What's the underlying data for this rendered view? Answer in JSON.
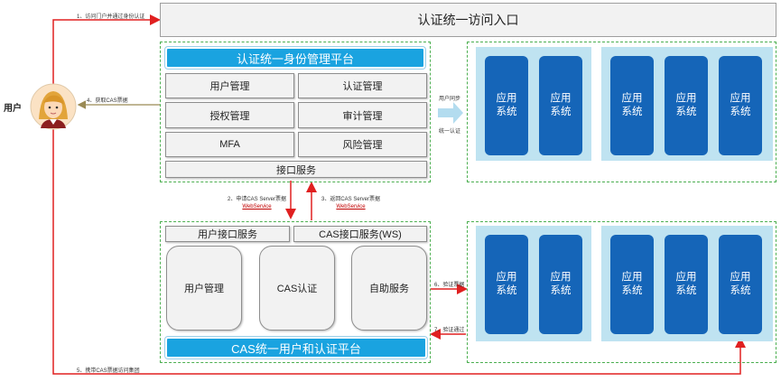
{
  "entry": {
    "label": "认证统一访问入口"
  },
  "user": {
    "label": "用户"
  },
  "identity_platform": {
    "title": "认证统一身份管理平台",
    "modules": [
      "用户管理",
      "认证管理",
      "授权管理",
      "审计管理",
      "MFA",
      "风险管理"
    ],
    "interface": "接口服务"
  },
  "cas_platform": {
    "title": "CAS统一用户和认证平台",
    "user_interface": "用户接口服务",
    "cas_interface": "CAS接口服务(WS)",
    "modules": [
      "用户管理",
      "CAS认证",
      "自助服务"
    ]
  },
  "app_label_line1": "应用",
  "app_label_line2": "系统",
  "steps": {
    "s1": "1、访问门户并通过身份认证",
    "s4": "4、获取CAS票据",
    "s2_line1": "2、申请CAS Server票据",
    "s2_line2": "WebService",
    "s3_line1": "3、返回CAS Server票据",
    "s3_line2": "WebService",
    "sync_line1": "用户同步",
    "sync_line2": "统一认证",
    "s6": "6、验证票据",
    "s7": "7、验证通过",
    "s5": "5、携带CAS票据访问集团"
  },
  "colors": {
    "line_red": "#e02020",
    "accent_blue": "#1aa3e0",
    "app_blue": "#1565b8",
    "group_bg": "#bfe3f1",
    "dash_green": "#4caf50"
  }
}
